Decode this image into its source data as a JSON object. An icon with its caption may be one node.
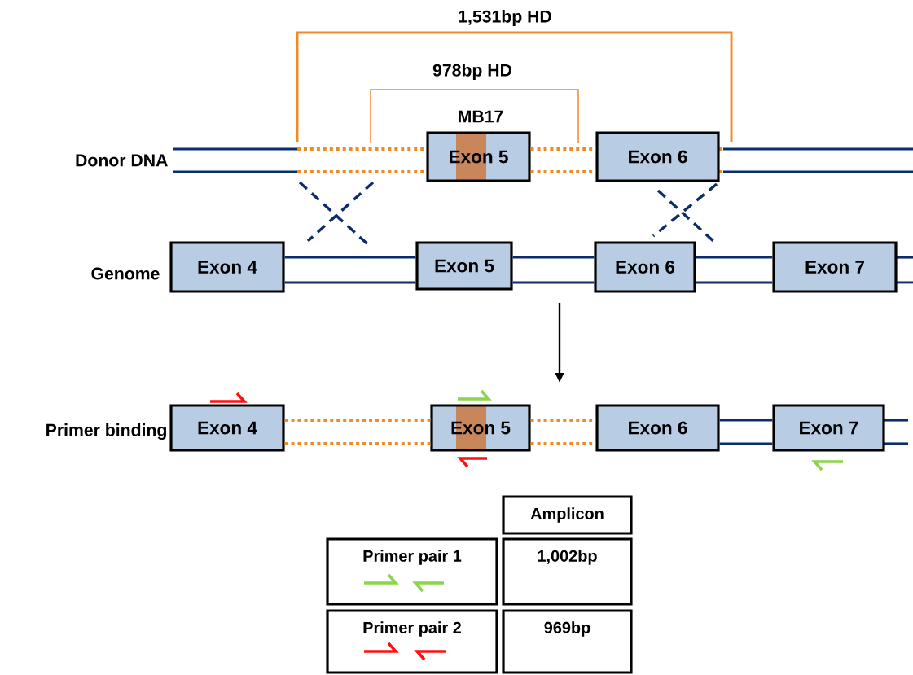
{
  "diagram": {
    "nodes": [
      {
        "text": [
          "Exon 5"
        ]
      },
      {
        "text": [
          "Exon 6"
        ]
      },
      {
        "text": [
          "Exon 4"
        ]
      },
      {
        "text": [
          "Exon 5"
        ]
      },
      {
        "text": [
          "Exon 6"
        ]
      },
      {
        "text": [
          "Exon 7"
        ]
      },
      {
        "text": [
          "Exon 4"
        ]
      },
      {
        "text": [
          "Exon 5"
        ]
      },
      {
        "text": [
          "Exon 6"
        ]
      },
      {
        "text": [
          "Exon 7"
        ]
      },
      {
        "text": [
          "Amplicon"
        ]
      },
      {
        "text": [
          "Primer pair 1"
        ]
      },
      {
        "text": [
          "1,002bp"
        ]
      },
      {
        "text": [
          "Primer pair 2"
        ]
      },
      {
        "text": [
          "969bp"
        ]
      }
    ],
    "edges": [
      {
        "from": 0,
        "to": 1,
        "arrow": "none",
        "style": "dashed",
        "color": "#f08a24"
      },
      {
        "from": 0,
        "to": 1,
        "arrow": "none",
        "style": "dashed",
        "color": "#f08a24"
      },
      {
        "from": 2,
        "to": 3,
        "arrow": "none"
      },
      {
        "from": 2,
        "to": 3,
        "arrow": "none"
      },
      {
        "from": 3,
        "to": 4,
        "arrow": "none"
      },
      {
        "from": 3,
        "to": 4,
        "arrow": "none"
      },
      {
        "from": 4,
        "to": 5,
        "arrow": "none"
      },
      {
        "from": 4,
        "to": 5,
        "arrow": "none"
      },
      {
        "from": 6,
        "to": 7,
        "arrow": "none",
        "style": "dashed",
        "color": "#f08a24"
      },
      {
        "from": 6,
        "to": 7,
        "arrow": "none",
        "style": "dashed",
        "color": "#f08a24"
      },
      {
        "from": 7,
        "to": 8,
        "arrow": "none",
        "style": "dashed",
        "color": "#f08a24"
      },
      {
        "from": 7,
        "to": 8,
        "arrow": "none",
        "style": "dashed",
        "color": "#f08a24"
      },
      {
        "from": 8,
        "to": 9,
        "arrow": "none"
      },
      {
        "from": 8,
        "to": 9,
        "arrow": "none"
      }
    ],
    "labels": [
      "1,531bp HD",
      "978bp HD",
      "MB17",
      "Donor DNA",
      "Genome",
      "Primer binding"
    ]
  }
}
